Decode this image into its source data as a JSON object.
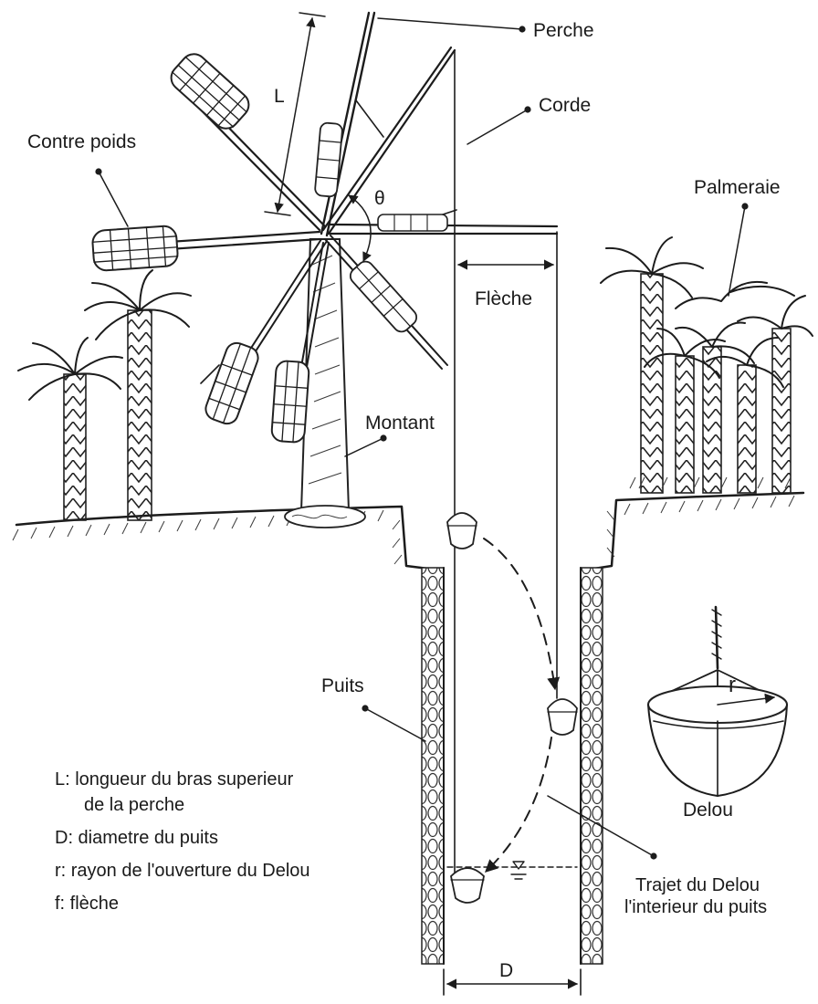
{
  "labels": {
    "perche": "Perche",
    "corde": "Corde",
    "contre_poids": "Contre poids",
    "palmeraie": "Palmeraie",
    "fleche": "Flèche",
    "montant": "Montant",
    "puits": "Puits",
    "delou": "Delou",
    "trajet_line1": "Trajet du Delou",
    "trajet_line2": "l'interieur du puits",
    "dim_L": "L",
    "dim_theta": "θ",
    "dim_D": "D",
    "dim_r": "r"
  },
  "legend": {
    "L_line1": "L: longueur du bras superieur",
    "L_line2": "de la perche",
    "D": "D: diametre du puits",
    "r": "r: rayon de l'ouverture du Delou",
    "f": "f: flèche"
  }
}
